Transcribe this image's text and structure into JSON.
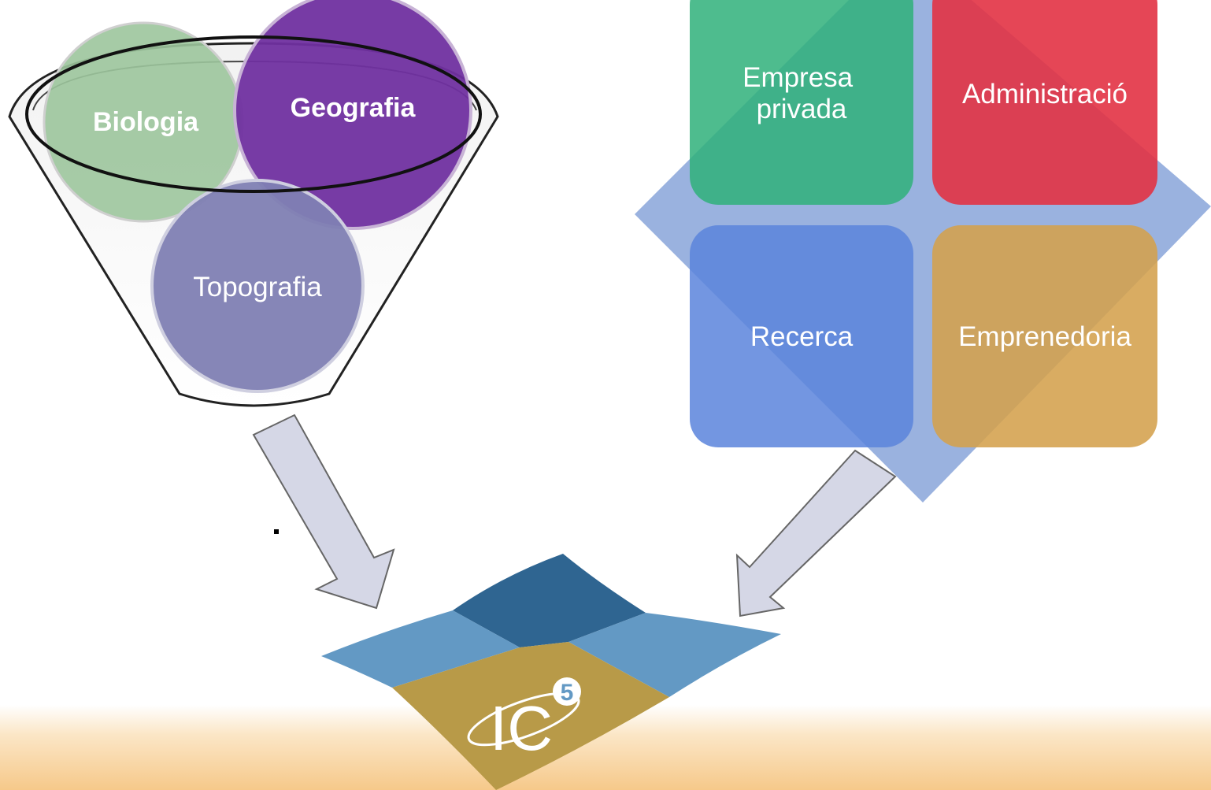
{
  "funnel": {
    "circles": [
      {
        "label": "Biologia",
        "color": "#9cc59c",
        "bold": true
      },
      {
        "label": "Geografia",
        "color": "#7030a0",
        "bold": true
      },
      {
        "label": "Topografia",
        "color": "#7f7fb3",
        "bold": false
      }
    ]
  },
  "matrix": {
    "diamond_color": "#8faadc",
    "tiles": [
      {
        "lines": [
          "Empresa",
          "privada"
        ],
        "color": "#2fb07a"
      },
      {
        "lines": [
          "Administració"
        ],
        "color": "#e23244"
      },
      {
        "lines": [
          "Recerca"
        ],
        "color": "#5b84dc"
      },
      {
        "lines": [
          "Emprenedoria"
        ],
        "color": "#d4a04c"
      }
    ]
  },
  "logo": {
    "text": "IC",
    "superscript": "5",
    "colors": {
      "dark_blue": "#2f6591",
      "light_blue": "#6399c4",
      "gold": "#b89a48"
    }
  },
  "arrow_color": "#d5d7e6",
  "band_color": "#f6c98a"
}
